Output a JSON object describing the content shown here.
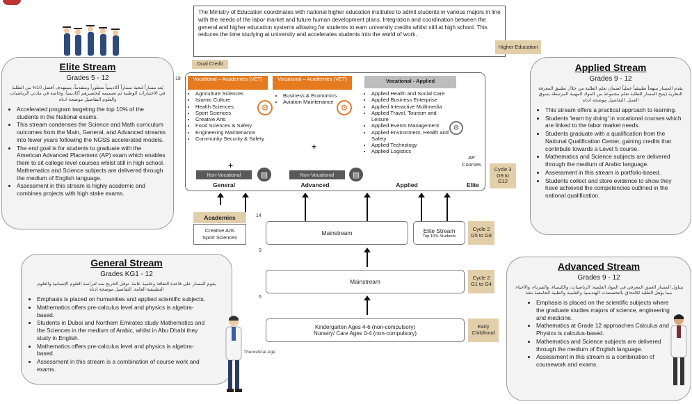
{
  "ministry_text": "The Ministry of Education coordinates with national higher education institutes to admit students in various majors in line with the needs of the labor market and future human development plans. Integration and coordination between the general and higher education systems allowing for students to earn university credits whilst still at high school. This reduces the time studying at university and accelerates  students into the world of work.",
  "higher_education": "Higher Education",
  "dual_credit": "Dual Credit",
  "elite": {
    "title": "Elite Stream",
    "grades": "Grades 5 - 12",
    "arabic": "يُعد مساراً لنخبة مساراً أكاديمياً متطوراً ومتقدماً، يستهدف أفضل 10% من الطلبة في الاختبارات الوطنية تم تصميمه لتحضيرهم أكاديمياً، وخاصة في مادتي الرياضيات والعلوم التفاصيل موضحة ادناه",
    "bullets": [
      "Accelerated program targeting the top 10% of the students in the National exams.",
      "This stream condenses the Science and Math curriculum outcomes from the Main, General, and Advanced streams into fewer years following the NGSS accelerated models.",
      "The end goal is for students to graduate with the American Advanced Placement (AP) exam which enables them to sit college level courses whilst still in high school. Mathematics and Science subjects are delivered through the medium of English language.",
      "Assessment in this stream is highly academic and combines projects with high stake exams."
    ]
  },
  "applied": {
    "title": "Applied Stream",
    "grades": "Grades 9 - 12",
    "arabic": "يقدم المسار منهجاً تطبيقياً عملياً لضمان تعلم الطلبة من خلال تطبيق المعرفة النظرية (يتيح المسار للطلبة تعلم مجموعة من المواد المهنية المرتبطة بسوق العمل. التفاصيل موضحة ادناه",
    "bullets": [
      "This stream offers a practical approach to learning.",
      "Students 'learn by doing' in vocational courses which are linked to the labor market needs.",
      "Students graduate with a qualification from the National Qualification Center, gaining credits that contribute towards a Level 5 course.",
      "Mathematics and Science subjects are delivered through the medium of Arabic language.",
      "Assessment in this stream is portfolio-based.",
      "Students collect and store evidence to show they have achieved the competencies outlined in the national qualification."
    ]
  },
  "general": {
    "title": "General Stream",
    "grades": "Grades KG1 - 12",
    "arabic": "يقوم المسار على قاعدة الثقافة وعلمية عامة. توفل الخريج منه لدراسة العلوم الإنسانية والعلوم التطبيقية العامة. التفاصيل موضحة ادناه",
    "bullets": [
      "Emphasis is placed on humanities and applied scientific subjects.",
      "Mathematics offers pre-calculus level and physics is algebra-based.",
      "Students in Dubai and Northern Emirates study Mathematics and the Sciences in the medium of Arabic, whilst in Abu Dhabi they study in English.",
      "Mathematics offers pre-calculus level and physics is algebra-based.",
      "Assessment in this stream is a combination of course work and exams."
    ]
  },
  "advanced": {
    "title": "Advanced Stream",
    "grades": "Grades 9 - 12",
    "arabic": "يتناول المسار العمق المعرفي في المواد العلمية: الرياضيات، والكيمياء، والفيزياء، والأحياء، مما يؤهل الطلبة للالتحاق بالتخصصات الهندسية والعلمية والطبية الجامعية بثقة",
    "bullets": [
      "Emphasis is placed on the scientific subjects where the graduate studies majors of science, engineering and medicine.",
      "Mathematics at Grade 12 approaches Calculus and Physics is calculus-based.",
      "Mathematics and Science subjects are delivered through the medium of English language.",
      "Assessment in this stream is a combination of coursework and exams."
    ]
  },
  "voc_acad_1": {
    "header": "Vocational – Academies (VET)",
    "items": [
      "Agriculture Sciences",
      "Islamic Culture",
      "Health Sciences",
      "Sport Sciences",
      "Creative Arts",
      "Food Sciences & Safety",
      "Engineering Maintenance",
      "Community Security & Safety"
    ]
  },
  "voc_acad_2": {
    "header": "Vocational – Academies (VET)",
    "items": [
      "Business & Economics",
      "Aviation Maintenance"
    ]
  },
  "voc_applied": {
    "header": "Vocational - Applied",
    "items": [
      "Applied Health and Social Care",
      "Applied Business Enterprise",
      "Applied Interactive Multimedia",
      "Applied Travel, Tourism and Leisure",
      "Applied Events Management",
      "Applied Environment, Health and Safety",
      "Applied Technology",
      "Applied Logistics"
    ]
  },
  "ap_courses": "AP Courses",
  "plus": "+",
  "non_vocational": "Non-Vocational",
  "stream_labels": [
    "General",
    "Advanced",
    "Applied",
    "Elite"
  ],
  "cycle3": "Cycle 3 G9 to G12",
  "academies": {
    "title": "Academies",
    "items": "Creative Arts Sport Sciences"
  },
  "mainstream": "Mainstream",
  "elite_stream_box": {
    "title": "Elite Stream",
    "sub": "Top 10% Students"
  },
  "cycle2a": "Cycle 2 G5 to G8",
  "cycle2b": "Cycle 2 G1 to G4",
  "kg_line1": "Kindergarten Ages 4-6 (non-compulsory)",
  "kg_line2": "Nursery/ Care Ages 0-4 (non-compulsory)",
  "early_childhood": "Early Childhood",
  "theoretical_age": "Theoretical Age",
  "age_numbers": [
    "18",
    "14",
    "9",
    "6"
  ]
}
